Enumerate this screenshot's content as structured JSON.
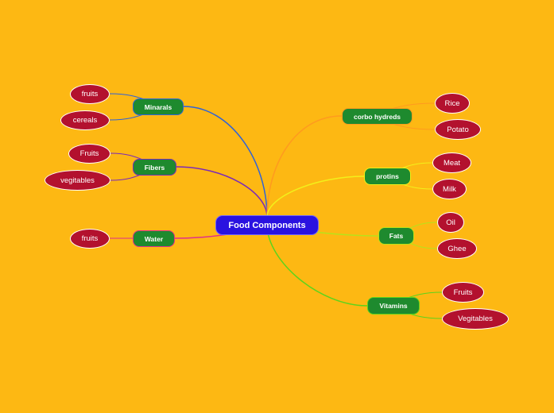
{
  "central": {
    "label": "Food Components",
    "color": "#2A12E0"
  },
  "branches": [
    {
      "id": "minarals",
      "label": "Minarals",
      "line_color": "#2F62D8",
      "leaves": [
        "fruits",
        "cereals"
      ]
    },
    {
      "id": "fibers",
      "label": "Fibers",
      "line_color": "#7B2AB8",
      "leaves": [
        "Fruits",
        "vegitables"
      ]
    },
    {
      "id": "water",
      "label": "Water",
      "line_color": "#E02E8C",
      "leaves": [
        "fruits"
      ]
    },
    {
      "id": "corbo-hydreds",
      "label": "corbo hydreds",
      "line_color": "#FF9A1F",
      "leaves": [
        "Rice",
        "Potato"
      ]
    },
    {
      "id": "protins",
      "label": "protins",
      "line_color": "#F3F01A",
      "leaves": [
        "Meat",
        "Milk"
      ]
    },
    {
      "id": "fats",
      "label": "Fats",
      "line_color": "#B8E21A",
      "leaves": [
        "Oil",
        "Ghee"
      ]
    },
    {
      "id": "vitamins",
      "label": "Vitamins",
      "line_color": "#5CD41C",
      "leaves": [
        "Fruits",
        "Vegitables"
      ]
    }
  ],
  "colors": {
    "background": "#FDB813",
    "branch_fill": "#1E8A2E",
    "leaf_fill": "#B3112E",
    "leaf_border": "#FFFFFF"
  }
}
